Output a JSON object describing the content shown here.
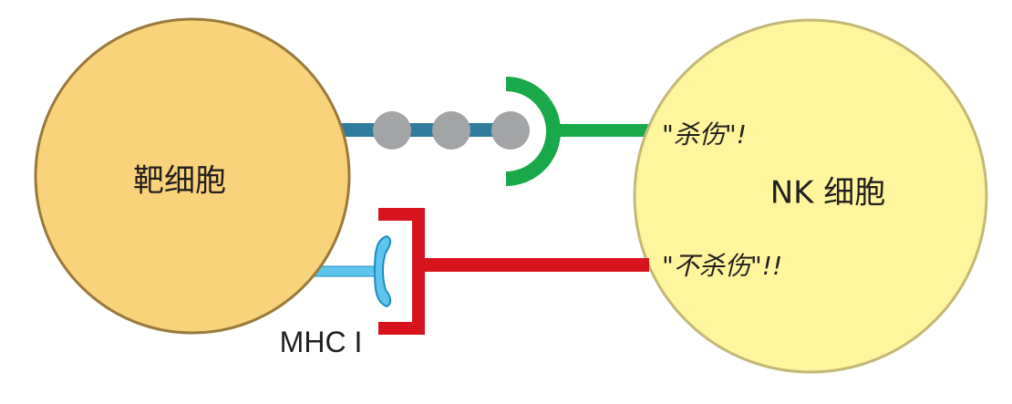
{
  "target_cell": {
    "label": "靶细胞",
    "fill_color": "#f8d37a",
    "stroke_color": "#9a7a3c"
  },
  "nk_cell": {
    "label": "NK 细胞",
    "fill_color": "#fff59c",
    "stroke_color": "#c4b878"
  },
  "activating_pathway": {
    "signal_label": "\"杀伤\"!",
    "ligand_stalk_color": "#2f7c9c",
    "ligand_bead_color": "#a3a4a6",
    "ligand_bead_count": 3,
    "receptor_color": "#19a94a",
    "receptor_icon": "cup-shaped-activating-receptor-icon"
  },
  "inhibitory_pathway": {
    "signal_label": "\"不杀伤\"!!",
    "mhc_label": "MHC I",
    "mhc_color": "#5ec5ef",
    "mhc_outline_color": "#1d8dbd",
    "receptor_color": "#d7141d",
    "receptor_icon": "bracket-shaped-inhibitory-receptor-icon"
  }
}
